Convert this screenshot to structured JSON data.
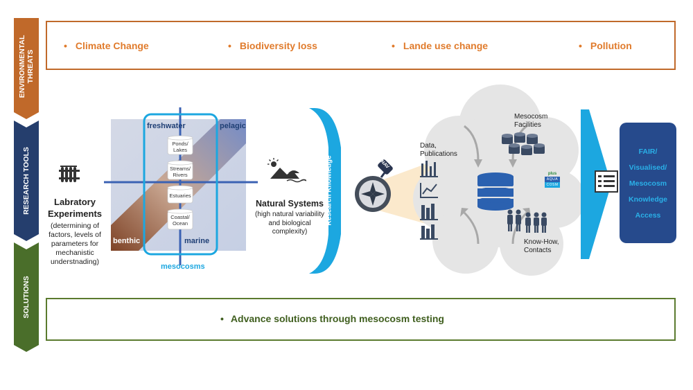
{
  "sidebar": {
    "environmental_threats": "ENVIRONMENTAL THREATS",
    "research_tools": "RESEARCH TOOLS",
    "solutions": "SOLUTIONS"
  },
  "threats": {
    "bullet": "•",
    "items": [
      "Climate Change",
      "Biodiversity loss",
      "Lande use change",
      "Pollution"
    ]
  },
  "lab": {
    "title_line1": "Labratory",
    "title_line2": "Experiments",
    "desc_line1": "(determining of",
    "desc_line2": "factors, levels of",
    "desc_line3": "parameters for",
    "desc_line4": "mechanistic",
    "desc_line5": "understnading)"
  },
  "gradient": {
    "freshwater": "freshwater",
    "pelagic": "pelagic",
    "benthic": "benthic",
    "marine": "marine",
    "mesocosms": "mesocosms",
    "systems": [
      "Ponds/\nLakes",
      "Streams/\nRivers",
      "Estuaries",
      "Coastal/\nOcean"
    ]
  },
  "natural": {
    "title": "Natural Systems",
    "desc_line1": "(high natural variability",
    "desc_line2": "and biological",
    "desc_line3": "complexity)"
  },
  "research_knowledge": "Research Knowledge",
  "nav_badge": "NAV",
  "cloud": {
    "data_publications_line1": "Data,",
    "data_publications_line2": "Publications",
    "mesocosm_facilities_line1": "Mesocosm",
    "mesocosm_facilities_line2": "Facilities",
    "know_how_line1": "Know-How,",
    "know_how_line2": "Contacts",
    "logo_plus": "plus",
    "logo_aqua": "AQUA",
    "logo_cosm": "COSM"
  },
  "fair": {
    "lines": [
      "FAIR/",
      "Visualised/",
      "Mesocosm",
      "Knowledge",
      "Access"
    ]
  },
  "solution": {
    "bullet": "•",
    "text": "Advance solutions through mesocosm testing"
  },
  "colors": {
    "threat_orange": "#c0692a",
    "tools_navy": "#253e6d",
    "solutions_green": "#4a6e2a",
    "accent_cyan": "#1ca7e0",
    "fair_navy": "#264a8c"
  }
}
